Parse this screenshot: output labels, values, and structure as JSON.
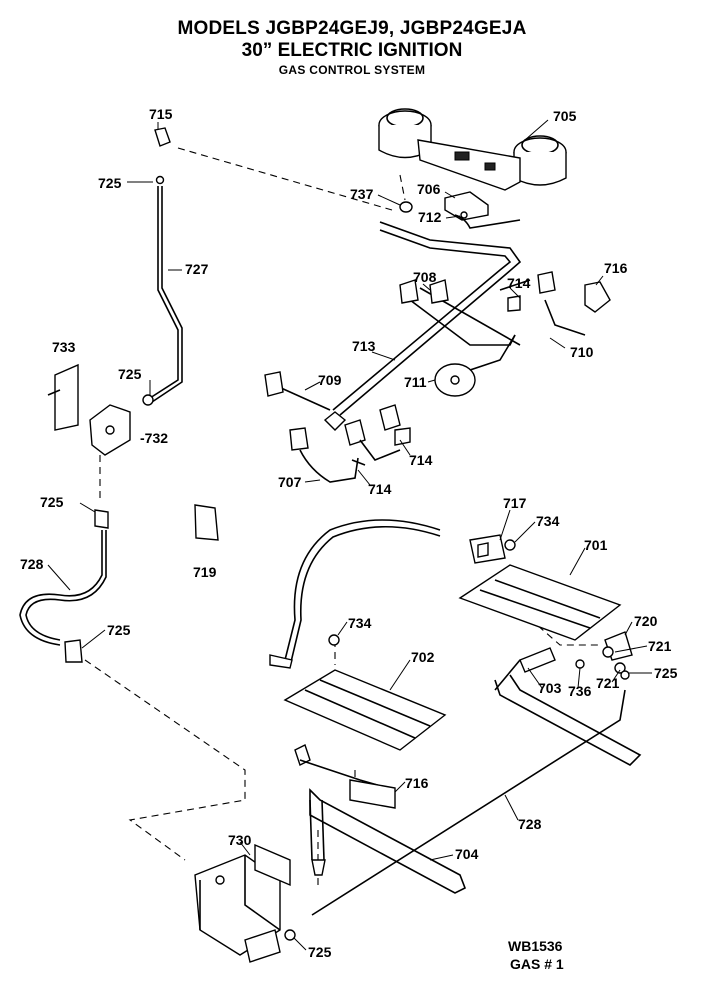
{
  "header": {
    "models": "MODELS JGBP24GEJ9, JGBP24GEJA",
    "subtitle": "30” ELECTRIC IGNITION",
    "system": "GAS CONTROL SYSTEM"
  },
  "parts": {
    "p715": "715",
    "p725a": "725",
    "p727": "727",
    "p733": "733",
    "p725b": "725",
    "p732": "-732",
    "p725c": "725",
    "p728a": "728",
    "p725d": "725",
    "p719": "719",
    "p705": "705",
    "p737": "737",
    "p706": "706",
    "p712": "712",
    "p716a": "716",
    "p708": "708",
    "p714a": "714",
    "p710": "710",
    "p713": "713",
    "p711": "711",
    "p709": "709",
    "p714b": "714",
    "p707": "707",
    "p714c": "714",
    "p717": "717",
    "p734a": "734",
    "p701": "701",
    "p734b": "734",
    "p702": "702",
    "p720": "720",
    "p721a": "721",
    "p703": "703",
    "p736": "736",
    "p721b": "721",
    "p725e": "725",
    "p716b": "716",
    "p728b": "728",
    "p704": "704",
    "p730": "730",
    "p725f": "725"
  },
  "footer": {
    "code1": "WB1536",
    "code2": "GAS # 1"
  }
}
